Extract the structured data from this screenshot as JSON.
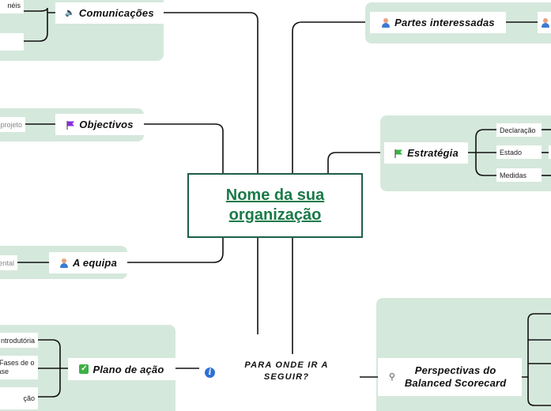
{
  "central": {
    "title": "Nome da sua organização"
  },
  "question": {
    "text": "PARA ONDE IR A SEGUIR?"
  },
  "topics": {
    "comunicacoes": {
      "label": "Comunicações",
      "icon": "speaker-icon"
    },
    "objectivos": {
      "label": "Objectivos",
      "icon": "purple-flag-icon"
    },
    "equipa": {
      "label": "A equipa",
      "icon": "person-icon"
    },
    "plano": {
      "label": "Plano de ação",
      "icon": "green-check-icon"
    },
    "partes": {
      "label": "Partes interessadas",
      "icon": "person-icon"
    },
    "estrategia": {
      "label": "Estratégia",
      "icon": "green-flag-icon"
    },
    "perspectivas": {
      "label": "Perspectivas do Balanced Scorecard",
      "icon": "magnifier-icon"
    }
  },
  "subitems": {
    "comunicacoes": [
      "néis"
    ],
    "objectivos": [
      "projeto"
    ],
    "equipa": [
      "ental"
    ],
    "plano": [
      "ntrodutória",
      "oFases de o fase",
      "ção"
    ],
    "estrategia": [
      "Declaração",
      "Estado",
      "Medidas"
    ]
  },
  "colors": {
    "group_bg": "#d5e8dc",
    "central_border": "#1e5f4a",
    "central_text": "#1a7a48",
    "line": "#111111"
  }
}
